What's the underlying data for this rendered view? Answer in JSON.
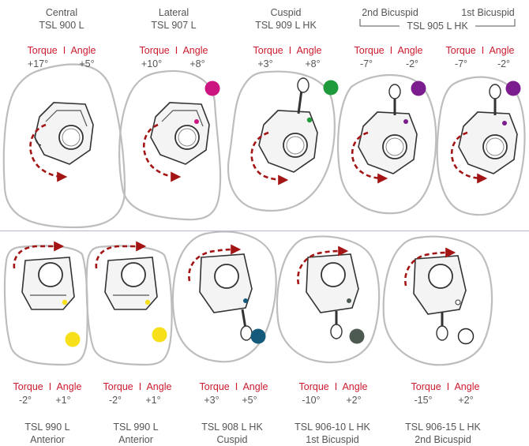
{
  "colors": {
    "title": "#555555",
    "torque_angle_label": "#cc1a2e",
    "arrow": "#a31515",
    "outline": "#bdbdbd",
    "divider": "#b9b6d8"
  },
  "torque_label": "Torque",
  "separator": "I",
  "angle_label": "Angle",
  "top_row": [
    {
      "name": "Central",
      "code": "TSL 900 L",
      "torque": "+17°",
      "angle": "+5°",
      "dot_color": null
    },
    {
      "name": "Lateral",
      "code": "TSL 907 L",
      "torque": "+10°",
      "angle": "+8°",
      "dot_color": "#cc1480"
    },
    {
      "name": "Cuspid",
      "code": "TSL 909 L HK",
      "torque": "+3°",
      "angle": "+8°",
      "dot_color": "#1f9a3c"
    },
    {
      "name": "2nd Bicuspid",
      "code": "",
      "torque": "-7°",
      "angle": "-2°",
      "dot_color": "#7b1d8f"
    },
    {
      "name": "1st Bicuspid",
      "code": "",
      "torque": "-7°",
      "angle": "-2°",
      "dot_color": "#7b1d8f"
    }
  ],
  "bicuspid_shared_code": "TSL 905 L HK",
  "bottom_row": [
    {
      "name": "Anterior",
      "code": "TSL 990 L",
      "torque": "-2°",
      "angle": "+1°",
      "dot_color": "#f7e01a"
    },
    {
      "name": "Anterior",
      "code": "TSL 990 L",
      "torque": "-2°",
      "angle": "+1°",
      "dot_color": "#f7e01a"
    },
    {
      "name": "Cuspid",
      "code": "TSL 908 L HK",
      "torque": "+3°",
      "angle": "+5°",
      "dot_color": "#145a7a"
    },
    {
      "name": "1st Bicuspid",
      "code": "TSL 906-10 L HK",
      "torque": "-10°",
      "angle": "+2°",
      "dot_color": "#4d5a52"
    },
    {
      "name": "2nd Bicuspid",
      "code": "TSL 906-15 L HK",
      "torque": "-15°",
      "angle": "+2°",
      "dot_color": "#ffffff"
    }
  ]
}
